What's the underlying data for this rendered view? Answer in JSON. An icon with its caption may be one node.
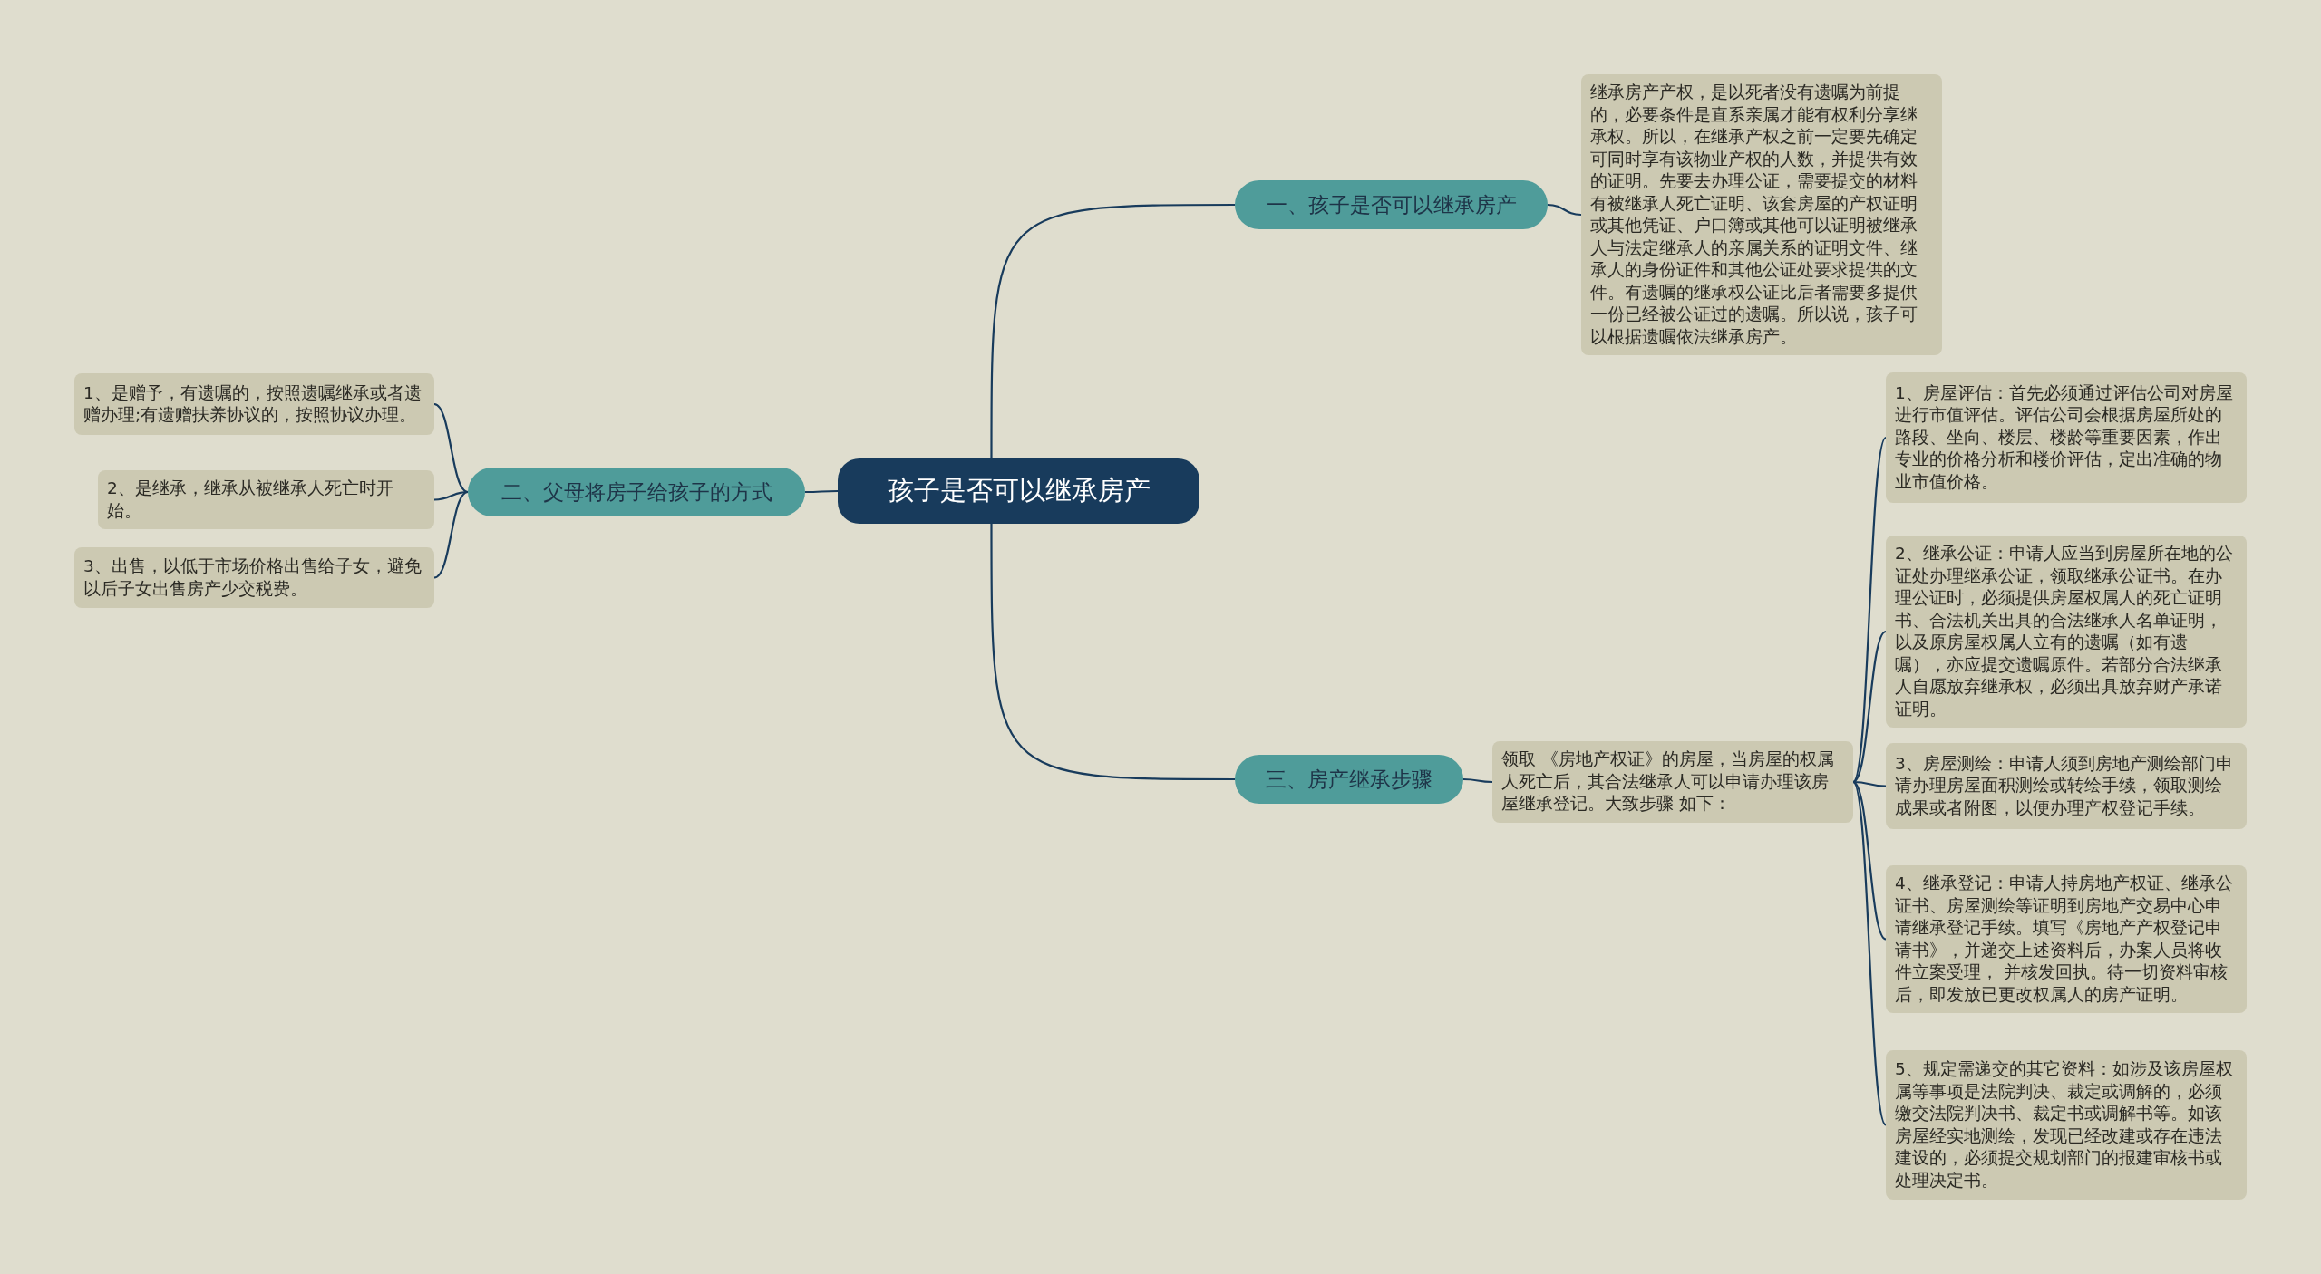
{
  "diagram": {
    "nodes": [
      {
        "text": [
          "孩子是否可以继承房产"
        ]
      },
      {
        "text": [
          "一、孩子是否可以继承房产"
        ]
      },
      {
        "text": [
          "继承房产产权，是以死者没有遗嘱为前提的，必要条件是直系亲属才能有权利分享继承权。所以，在继承产权之前一定要先确定可同时享有该物业产权的人数，并提供有效的证明。先要去办理公证，需要提交的材料有被继承人死亡证明、该套房屋的产权证明或其他凭证、户口簿或其他可以证明被继承人与法定继承人的亲属关系的证明文件、继承人的身份证件和其他公证处要求提供的文件。有遗嘱的继承权公证比后者需要多提供一份已经被公证过的遗嘱。所以说，孩子可以根据遗嘱依法继承房产。"
        ]
      },
      {
        "text": [
          "二、父母将房子给孩子的方式"
        ]
      },
      {
        "text": [
          "1、是赠予，有遗嘱的，按照遗嘱继承或者遗赠办理;有遗赠扶养协议的，按照协议办理。"
        ]
      },
      {
        "text": [
          "2、是继承，继承从被继承人死亡时开始。"
        ]
      },
      {
        "text": [
          "3、出售，以低于市场价格出售给子女，避免以后子女出售房产少交税费。"
        ]
      },
      {
        "text": [
          "三、房产继承步骤"
        ]
      },
      {
        "text": [
          "领取 《房地产权证》的房屋，当房屋的权属人死亡后，其合法继承人可以申请办理该房屋继承登记。大致步骤 如下："
        ]
      },
      {
        "text": [
          "1、房屋评估：首先必须通过评估公司对房屋进行市值评估。评估公司会根据房屋所处的路段、坐向、楼层、楼龄等重要因素，作出专业的价格分析和楼价评估，定出准确的物业市值价格。"
        ]
      },
      {
        "text": [
          "2、继承公证：申请人应当到房屋所在地的公证处办理继承公证，领取继承公证书。在办理公证时，必须提供房屋权属人的死亡证明书、合法机关出具的合法继承人名单证明，以及原房屋权属人立有的遗嘱（如有遗嘱），亦应提交遗嘱原件。若部分合法继承人自愿放弃继承权，必须出具放弃财产承诺证明。"
        ]
      },
      {
        "text": [
          "3、房屋测绘：申请人须到房地产测绘部门申请办理房屋面积测绘或转绘手续，领取测绘成果或者附图，以便办理产权登记手续。"
        ]
      },
      {
        "text": [
          "4、继承登记：申请人持房地产权证、继承公证书、房屋测绘等证明到房地产交易中心申请继承登记手续。填写《房地产产权登记申请书》，并递交上述资料后，办案人员将收件立案受理， 并核发回执。待一切资料审核后，即发放已更改权属人的房产证明。"
        ]
      },
      {
        "text": [
          "5、规定需递交的其它资料：如涉及该房屋权属等事项是法院判决、裁定或调解的，必须缴交法院判决书、裁定书或调解书等。如该房屋经实地测绘，发现已经改建或存在违法建设的，必须提交规划部门的报建审核书或处理决定书。"
        ]
      }
    ],
    "edges": [
      {
        "from": 0,
        "to": 1,
        "arrow": "none"
      },
      {
        "from": 1,
        "to": 2,
        "arrow": "none"
      },
      {
        "from": 0,
        "to": 3,
        "arrow": "none"
      },
      {
        "from": 3,
        "to": 4,
        "arrow": "none"
      },
      {
        "from": 3,
        "to": 5,
        "arrow": "none"
      },
      {
        "from": 3,
        "to": 6,
        "arrow": "none"
      },
      {
        "from": 0,
        "to": 7,
        "arrow": "none"
      },
      {
        "from": 7,
        "to": 8,
        "arrow": "none"
      },
      {
        "from": 8,
        "to": 9,
        "arrow": "none"
      },
      {
        "from": 8,
        "to": 10,
        "arrow": "none"
      },
      {
        "from": 8,
        "to": 11,
        "arrow": "none"
      },
      {
        "from": 8,
        "to": 12,
        "arrow": "none"
      },
      {
        "from": 8,
        "to": 13,
        "arrow": "none"
      }
    ]
  }
}
